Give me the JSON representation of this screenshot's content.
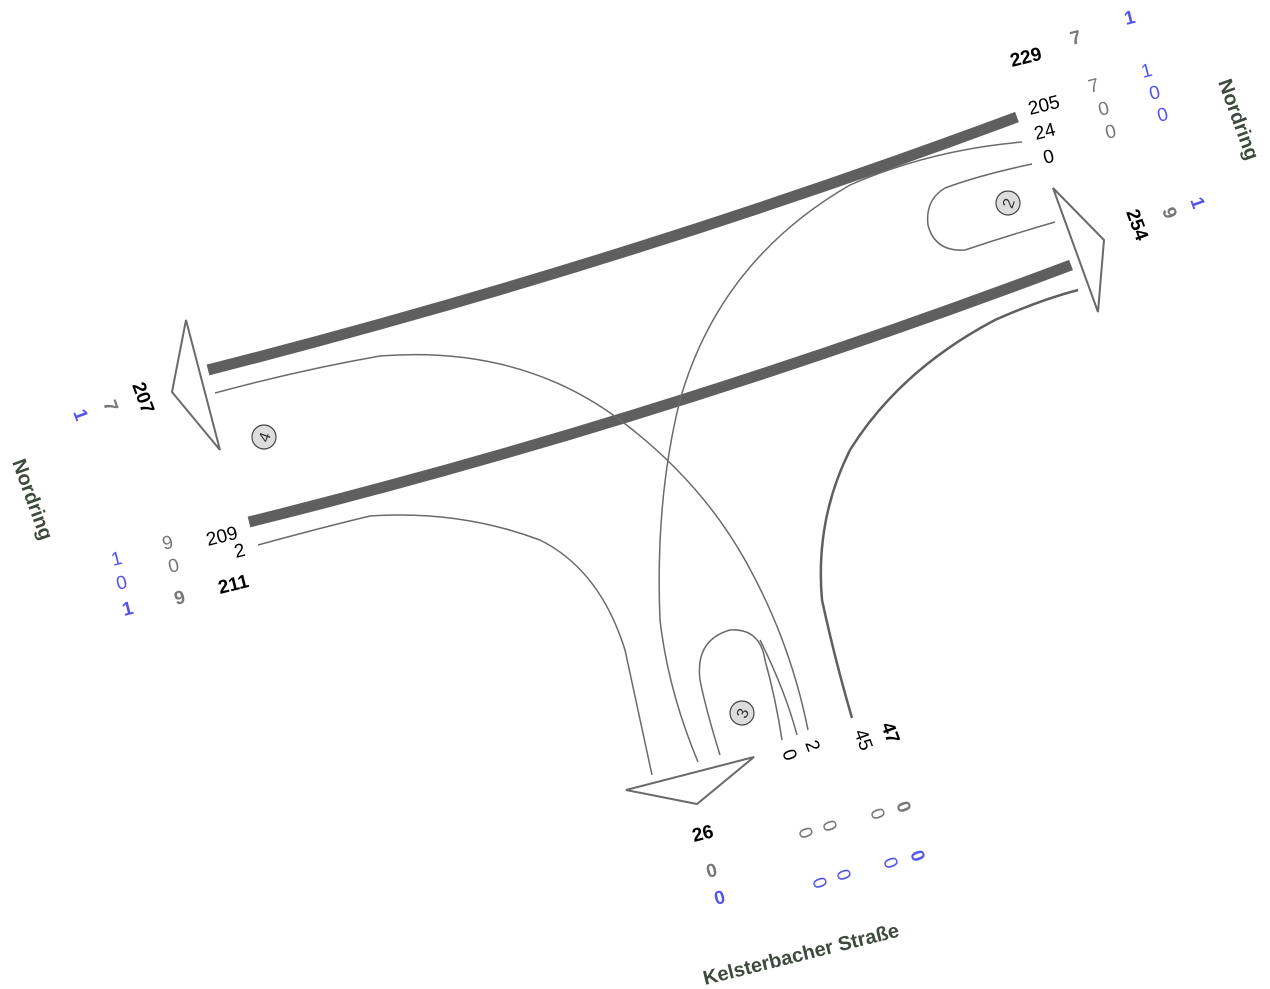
{
  "roads": {
    "nordring_right": "Nordring",
    "nordring_left": "Nordring",
    "kelsterbacher": "Kelsterbacher Straße"
  },
  "nodes": {
    "n2": "2",
    "n3": "3",
    "n4": "4"
  },
  "arms": {
    "east": {
      "total_in": "229",
      "lane_left": "205",
      "lane_mid": "24",
      "lane_right": "0",
      "total_out": "254",
      "gray_total": "7",
      "gray_l": "7",
      "gray_m": "0",
      "gray_r": "0",
      "blue_total": "1",
      "blue_l": "1",
      "blue_m": "0",
      "blue_r": "0",
      "gray_out": "9",
      "blue_out": "1"
    },
    "west": {
      "total_out": "207",
      "gray_out": "7",
      "blue_out": "1",
      "lane_top": "209",
      "lane_bot": "2",
      "total_in": "211",
      "gray_l": "9",
      "gray_r": "0",
      "gray_total": "9",
      "blue_l": "1",
      "blue_r": "0",
      "blue_total": "1"
    },
    "south": {
      "total_out": "26",
      "gray_out": "0",
      "blue_out": "0",
      "lane_a": "0",
      "lane_b": "2",
      "lane_c": "45",
      "total_in": "47",
      "gray_a": "0",
      "gray_b": "0",
      "gray_c": "0",
      "gray_total": "0",
      "blue_a": "0",
      "blue_b": "0",
      "blue_c": "0",
      "blue_total": "0"
    }
  },
  "colors": {
    "road": "#5f5f5f",
    "line": "#6a6a6a",
    "label_green": "#3d4a3d",
    "blue": "#5555ee",
    "gray": "#777777"
  }
}
